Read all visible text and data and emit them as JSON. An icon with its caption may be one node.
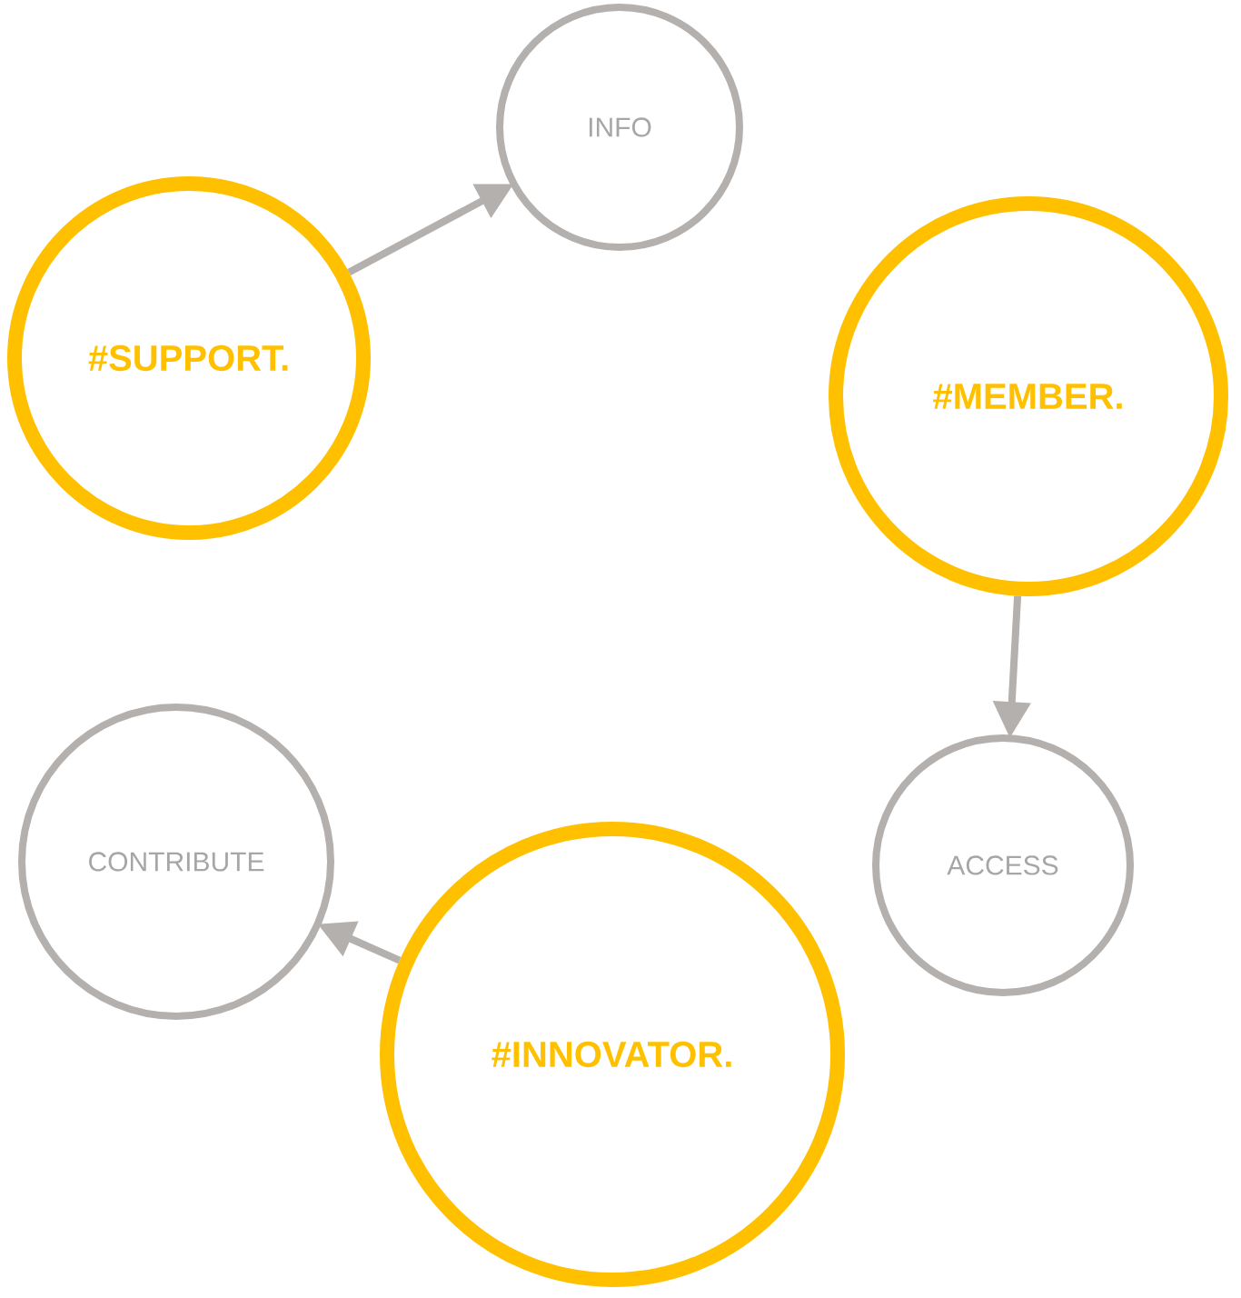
{
  "diagram": {
    "nodes": [
      {
        "text": [
          "INFO"
        ]
      },
      {
        "text": [
          "#SUPPORT."
        ]
      },
      {
        "text": [
          "#MEMBER."
        ]
      },
      {
        "text": [
          "ACCESS"
        ]
      },
      {
        "text": [
          "CONTRIBUTE"
        ]
      },
      {
        "text": [
          "#INNOVATOR."
        ]
      }
    ],
    "edges": [
      {
        "from": 1,
        "to": 0,
        "arrow": "to"
      },
      {
        "from": 2,
        "to": 3,
        "arrow": "to"
      },
      {
        "from": 5,
        "to": 4,
        "arrow": "to"
      }
    ]
  }
}
